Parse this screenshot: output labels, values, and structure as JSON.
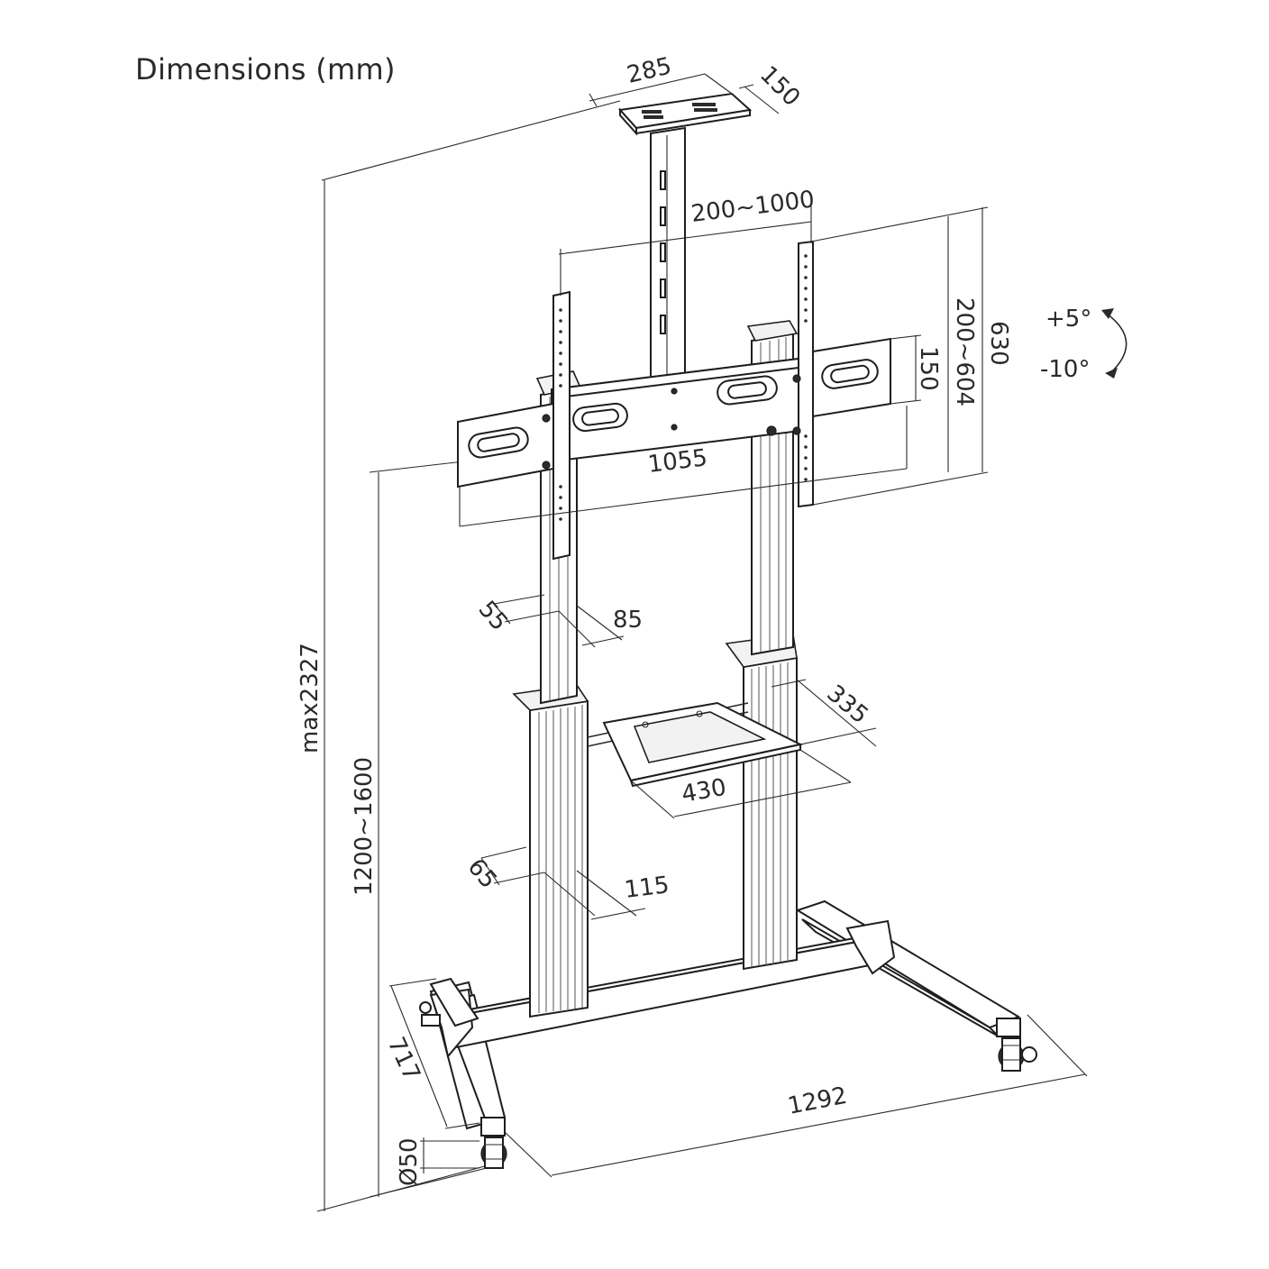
{
  "title": "Dimensions (mm)",
  "dimensions": {
    "top_plate_width": "285",
    "top_plate_depth": "150",
    "vesa_horizontal": "200~1000",
    "bracket_height": "630",
    "vesa_vertical": "200~604",
    "arm_height": "150",
    "bracket_width": "1055",
    "total_height": "max2327",
    "mount_height": "1200~1600",
    "upper_column_depth": "55",
    "upper_column_width": "85",
    "shelf_depth": "335",
    "shelf_width": "430",
    "lower_column_depth": "65",
    "lower_column_width": "115",
    "base_depth": "717",
    "base_width": "1292",
    "caster_diameter": "Ø50"
  },
  "tilt": {
    "up": "+5°",
    "down": "-10°"
  }
}
